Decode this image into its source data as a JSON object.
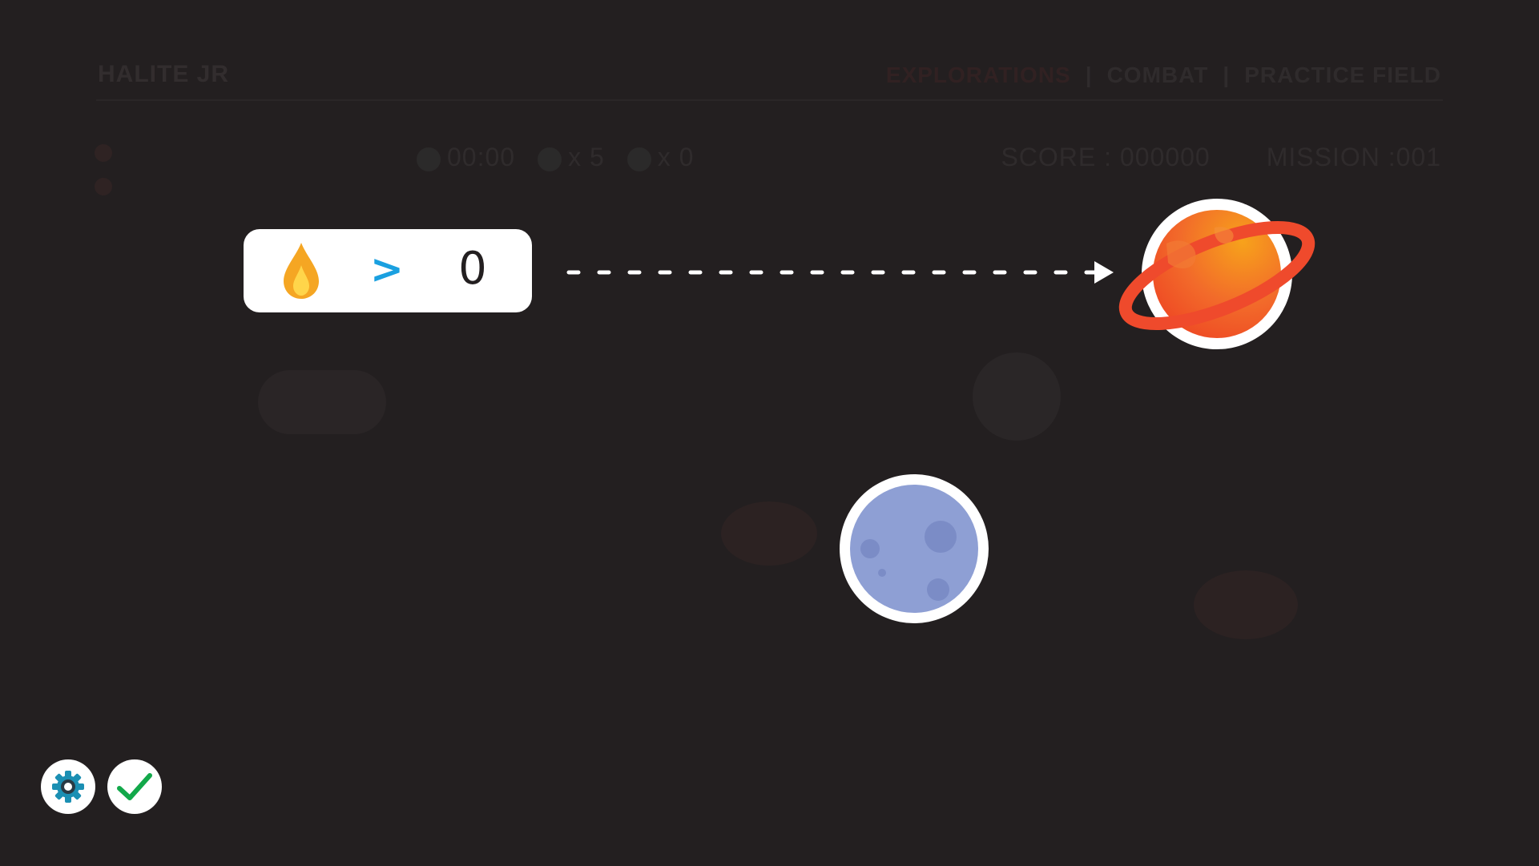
{
  "background_hud": {
    "logo": "HALITE JR",
    "nav": [
      {
        "label": "EXPLORATIONS"
      },
      {
        "label": "COMBAT"
      },
      {
        "label": "PRACTICE FIELD"
      }
    ],
    "nav_separator": "|",
    "stats": {
      "timer": "00:00",
      "fuel_count": "x 5",
      "ships_count": "x 0"
    },
    "score": "SCORE : 000000",
    "mission": "MISSION :001"
  },
  "condition": {
    "resource_icon": "fuel-drop-icon",
    "operator": ">",
    "value": "0"
  },
  "colors": {
    "background": "#231f20",
    "operator": "#1aa0e0",
    "target_planet": "#f15a29",
    "moon": "#8e9fd4",
    "settings_icon": "#1b8fb3",
    "confirm_icon": "#12a84a"
  },
  "controls": {
    "settings_icon": "gear-icon",
    "confirm_icon": "checkmark-icon"
  }
}
